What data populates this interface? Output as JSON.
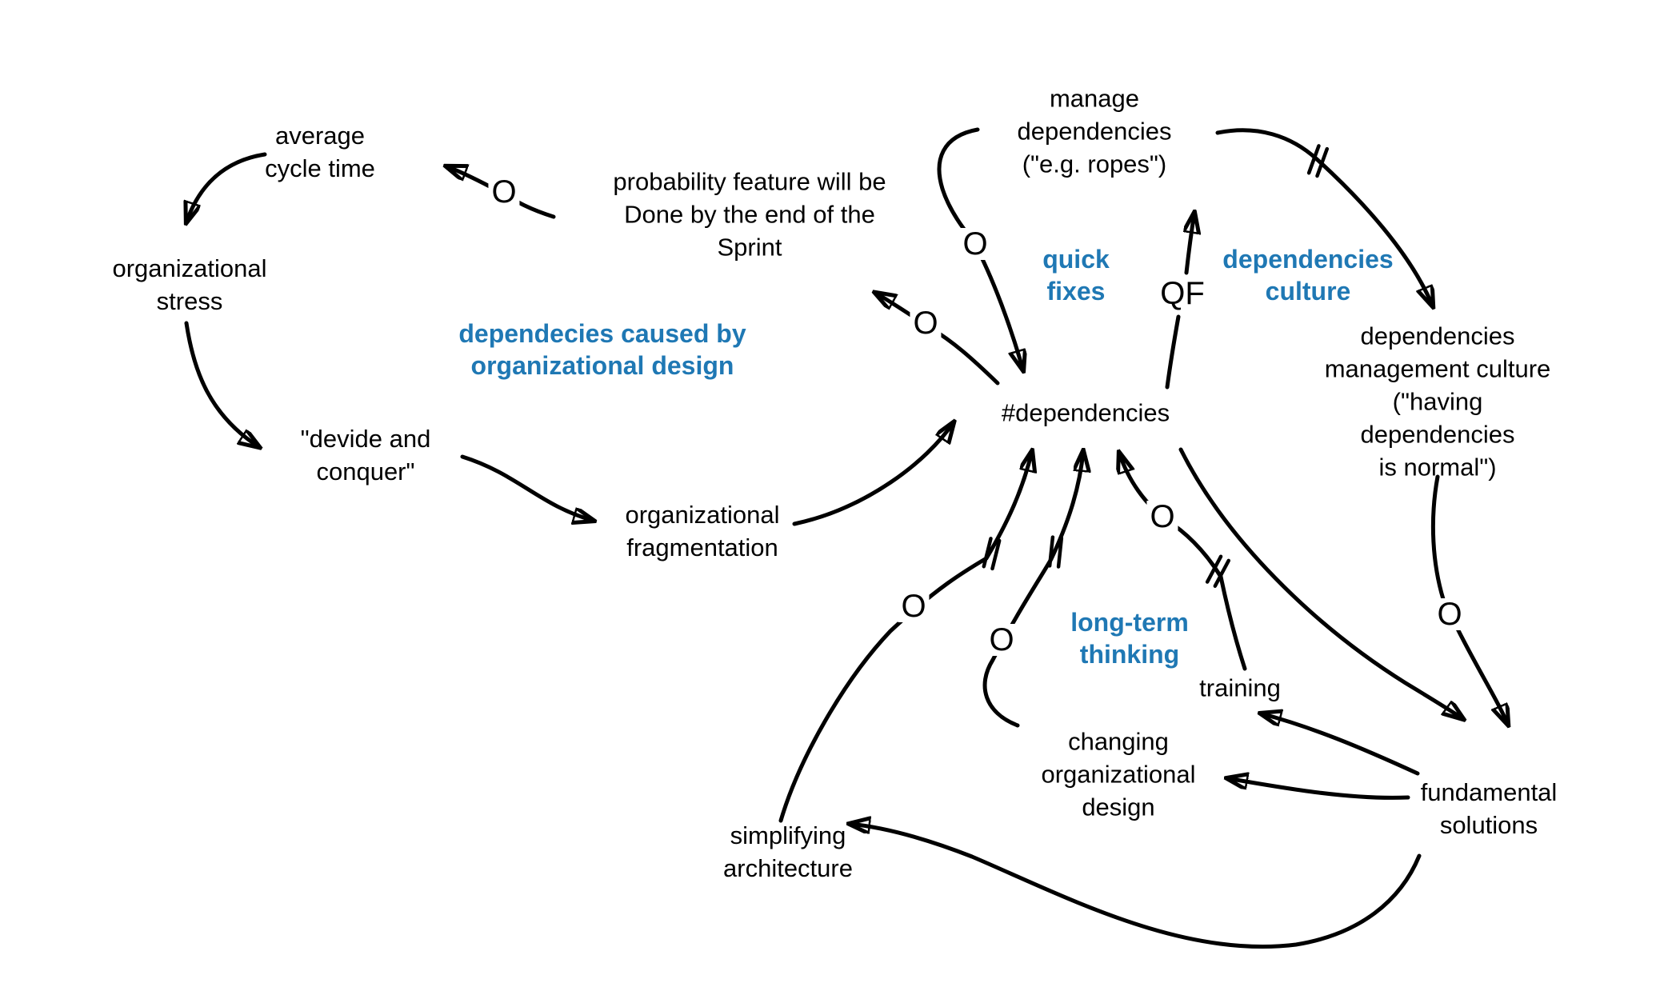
{
  "diagram": {
    "title": "dependencies causal loop diagram",
    "colors": {
      "background": "#ffffff",
      "text": "#000000",
      "accent": "#1f78b4"
    },
    "nodes": [
      {
        "id": "average-cycle-time",
        "text": "average\ncycle time"
      },
      {
        "id": "organizational-stress",
        "text": "organizational\nstress"
      },
      {
        "id": "devide-and-conquer",
        "text": "\"devide and\nconquer\""
      },
      {
        "id": "probability-feature",
        "text": "probability feature will be\nDone by the end of the\nSprint"
      },
      {
        "id": "organizational-fragmentation",
        "text": "organizational\nfragmentation"
      },
      {
        "id": "manage-dependencies",
        "text": "manage\ndependencies\n(\"e.g. ropes\")"
      },
      {
        "id": "dependencies-count",
        "text": "#dependencies"
      },
      {
        "id": "dependencies-management-culture",
        "text": "dependencies\nmanagement culture\n(\"having dependencies\nis normal\")"
      },
      {
        "id": "training",
        "text": "training"
      },
      {
        "id": "changing-organizational-design",
        "text": "changing\norganizational\ndesign"
      },
      {
        "id": "simplifying-architecture",
        "text": "simplifying\narchitecture"
      },
      {
        "id": "fundamental-solutions",
        "text": "fundamental\nsolutions"
      }
    ],
    "loop_labels": [
      {
        "id": "dependencies-caused-by-organizational-design",
        "text": "dependecies caused by\norganizational design"
      },
      {
        "id": "quick-fixes",
        "text": "quick\nfixes"
      },
      {
        "id": "dependencies-culture",
        "text": "dependencies\nculture"
      },
      {
        "id": "long-term-thinking",
        "text": "long-term\nthinking"
      }
    ],
    "links": [
      {
        "from": "probability-feature",
        "to": "average-cycle-time",
        "label": "O",
        "delay": false
      },
      {
        "from": "average-cycle-time",
        "to": "organizational-stress",
        "label": "",
        "delay": false
      },
      {
        "from": "organizational-stress",
        "to": "devide-and-conquer",
        "label": "",
        "delay": false
      },
      {
        "from": "devide-and-conquer",
        "to": "organizational-fragmentation",
        "label": "",
        "delay": false
      },
      {
        "from": "organizational-fragmentation",
        "to": "dependencies-count",
        "label": "",
        "delay": false
      },
      {
        "from": "dependencies-count",
        "to": "probability-feature",
        "label": "O",
        "delay": false
      },
      {
        "from": "manage-dependencies",
        "to": "dependencies-count",
        "label": "O",
        "delay": false
      },
      {
        "from": "dependencies-count",
        "to": "manage-dependencies",
        "label": "QF",
        "delay": false
      },
      {
        "from": "manage-dependencies",
        "to": "dependencies-management-culture",
        "label": "",
        "delay": true
      },
      {
        "from": "dependencies-management-culture",
        "to": "fundamental-solutions",
        "label": "O",
        "delay": false
      },
      {
        "from": "dependencies-count",
        "to": "fundamental-solutions",
        "label": "",
        "delay": false
      },
      {
        "from": "training",
        "to": "dependencies-count",
        "label": "O",
        "delay": true
      },
      {
        "from": "simplifying-architecture",
        "to": "dependencies-count",
        "label": "O",
        "delay": true
      },
      {
        "from": "changing-organizational-design",
        "to": "dependencies-count",
        "label": "O",
        "delay": true
      },
      {
        "from": "fundamental-solutions",
        "to": "training",
        "label": "",
        "delay": false
      },
      {
        "from": "fundamental-solutions",
        "to": "changing-organizational-design",
        "label": "",
        "delay": false
      },
      {
        "from": "fundamental-solutions",
        "to": "simplifying-architecture",
        "label": "",
        "delay": false
      }
    ]
  }
}
